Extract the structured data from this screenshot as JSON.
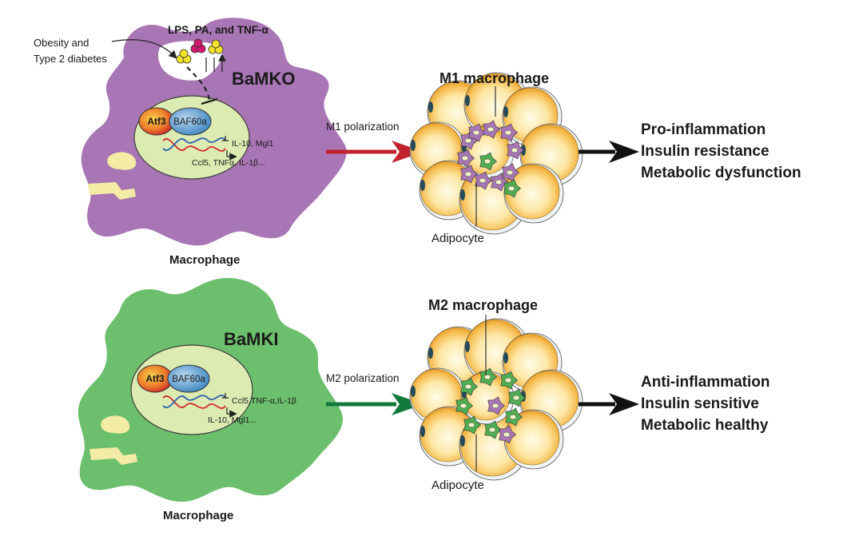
{
  "top": {
    "cell_label": "BaMKO",
    "trigger_label_line1": "Obesity and",
    "trigger_label_line2": "Type 2 diabetes",
    "stimuli_label": "LPS, PA, and TNF-α",
    "protein_a": "Atf3",
    "protein_b": "BAF60a",
    "gene_top": "IL-10, Mgl1",
    "gene_bottom": "Ccl5, TNFα, IL-1β...",
    "macrophage_label": "Macrophage",
    "polarization_label": "M1 polarization",
    "tissue_macrophage_label": "M1 macrophage",
    "adipocyte_label": "Adipocyte",
    "outcomes": [
      "Pro-inflammation",
      "Insulin resistance",
      "Metabolic dysfunction"
    ],
    "outcome_color": "#c0222e",
    "arrow_color": "#c0222e",
    "cell_color": "#a976b5"
  },
  "bottom": {
    "cell_label": "BaMKI",
    "protein_a": "Atf3",
    "protein_b": "BAF60a",
    "gene_top": "Ccl5,TNF-α,IL-1β",
    "gene_bottom": "IL-10, Mgl1...",
    "macrophage_label": "Macrophage",
    "polarization_label": "M2 polarization",
    "tissue_macrophage_label": "M2 macrophage",
    "adipocyte_label": "Adipocyte",
    "outcomes": [
      "Anti-inflammation",
      "Insulin sensitive",
      "Metabolic healthy"
    ],
    "outcome_color": "#137a3f",
    "arrow_color": "#117a3c",
    "cell_color": "#6cbf6c"
  }
}
